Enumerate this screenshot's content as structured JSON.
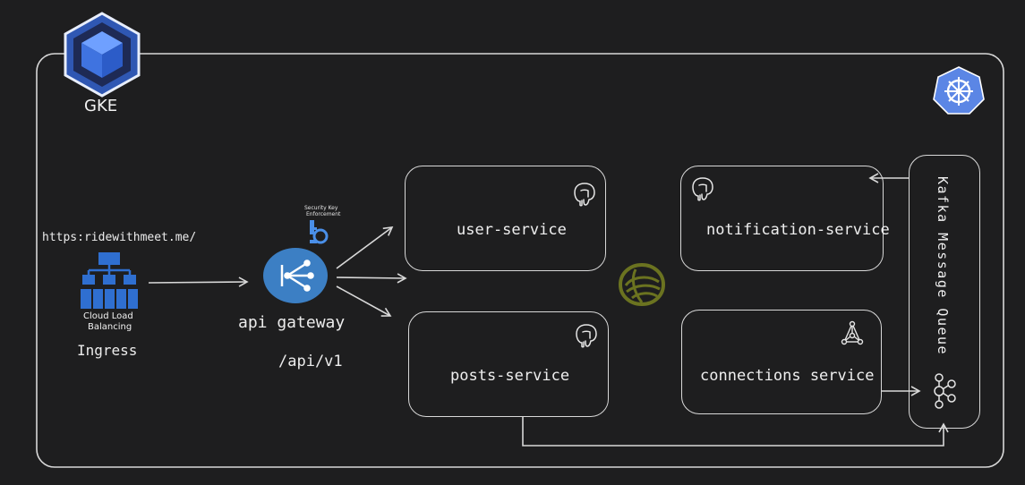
{
  "cluster": {
    "label": "GKE"
  },
  "ingress": {
    "url": "https:ridewithmeet.me/",
    "lb_label_line1": "Cloud Load",
    "lb_label_line2": "Balancing",
    "label": "Ingress"
  },
  "gateway": {
    "security_line1": "Security Key",
    "security_line2": "Enforcement",
    "label": "api gateway",
    "path": "/api/v1"
  },
  "services": {
    "user": "user-service",
    "posts": "posts-service",
    "notification": "notification-service",
    "connections": "connections service"
  },
  "queue": {
    "label": "Kafka Message Queue"
  },
  "colors": {
    "background": "#1e1e1f",
    "stroke": "#d8d8d8",
    "gke_blue": "#3b6fd6",
    "k8s_blue": "#5b86e5",
    "lb_blue": "#2f6fd0",
    "gateway_blue": "#3c7fc4",
    "eureka_olive": "#6b7320"
  },
  "icons": [
    "gke-icon",
    "kubernetes-icon",
    "cloud-load-balancing-icon",
    "api-gateway-icon",
    "security-key-icon",
    "postgresql-icon",
    "neo4j-icon",
    "kafka-icon",
    "eureka-icon"
  ]
}
